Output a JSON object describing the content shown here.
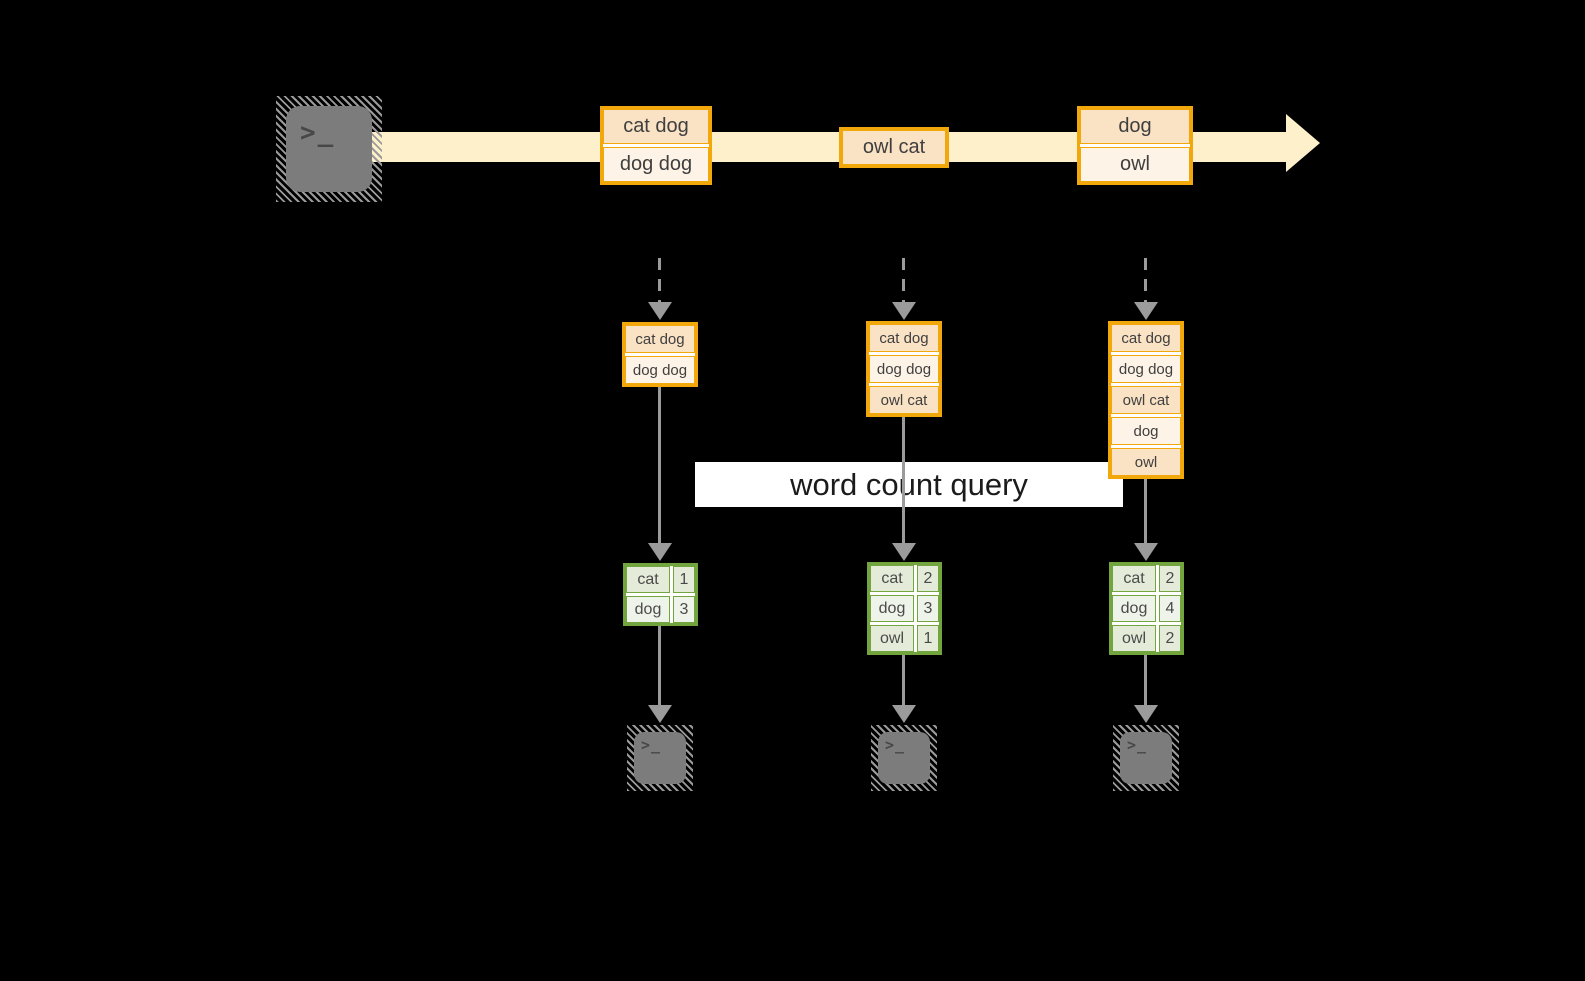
{
  "stream": {
    "source_icon_glyph": ">_",
    "events": [
      {
        "rows": [
          "cat dog",
          "dog dog"
        ]
      },
      {
        "rows": [
          "owl cat"
        ]
      },
      {
        "rows": [
          "dog",
          "owl"
        ]
      }
    ]
  },
  "buffers": [
    {
      "rows": [
        "cat dog",
        "dog dog"
      ]
    },
    {
      "rows": [
        "cat dog",
        "dog dog",
        "owl cat"
      ]
    },
    {
      "rows": [
        "cat dog",
        "dog dog",
        "owl cat",
        "dog",
        "owl"
      ]
    }
  ],
  "query": {
    "label": "word count query"
  },
  "results": [
    {
      "rows": [
        {
          "word": "cat",
          "count": "1"
        },
        {
          "word": "dog",
          "count": "3"
        }
      ]
    },
    {
      "rows": [
        {
          "word": "cat",
          "count": "2"
        },
        {
          "word": "dog",
          "count": "3"
        },
        {
          "word": "owl",
          "count": "1"
        }
      ]
    },
    {
      "rows": [
        {
          "word": "cat",
          "count": "2"
        },
        {
          "word": "dog",
          "count": "4"
        },
        {
          "word": "owl",
          "count": "2"
        }
      ]
    }
  ],
  "sinks": [
    {
      "glyph": ">_"
    },
    {
      "glyph": ">_"
    },
    {
      "glyph": ">_"
    }
  ],
  "colors": {
    "background": "#000000",
    "stream_band": "#FDF0CB",
    "event_border": "#F2A70A",
    "event_fill_dark": "#FAE2C4",
    "event_fill_light": "#FDF3E6",
    "table_border": "#72A53D",
    "table_fill_dark": "#E4ECD9",
    "table_fill_light": "#EFF4EA",
    "arrow_gray": "#9B9B9B",
    "terminal_gray": "#7C7C7C"
  }
}
